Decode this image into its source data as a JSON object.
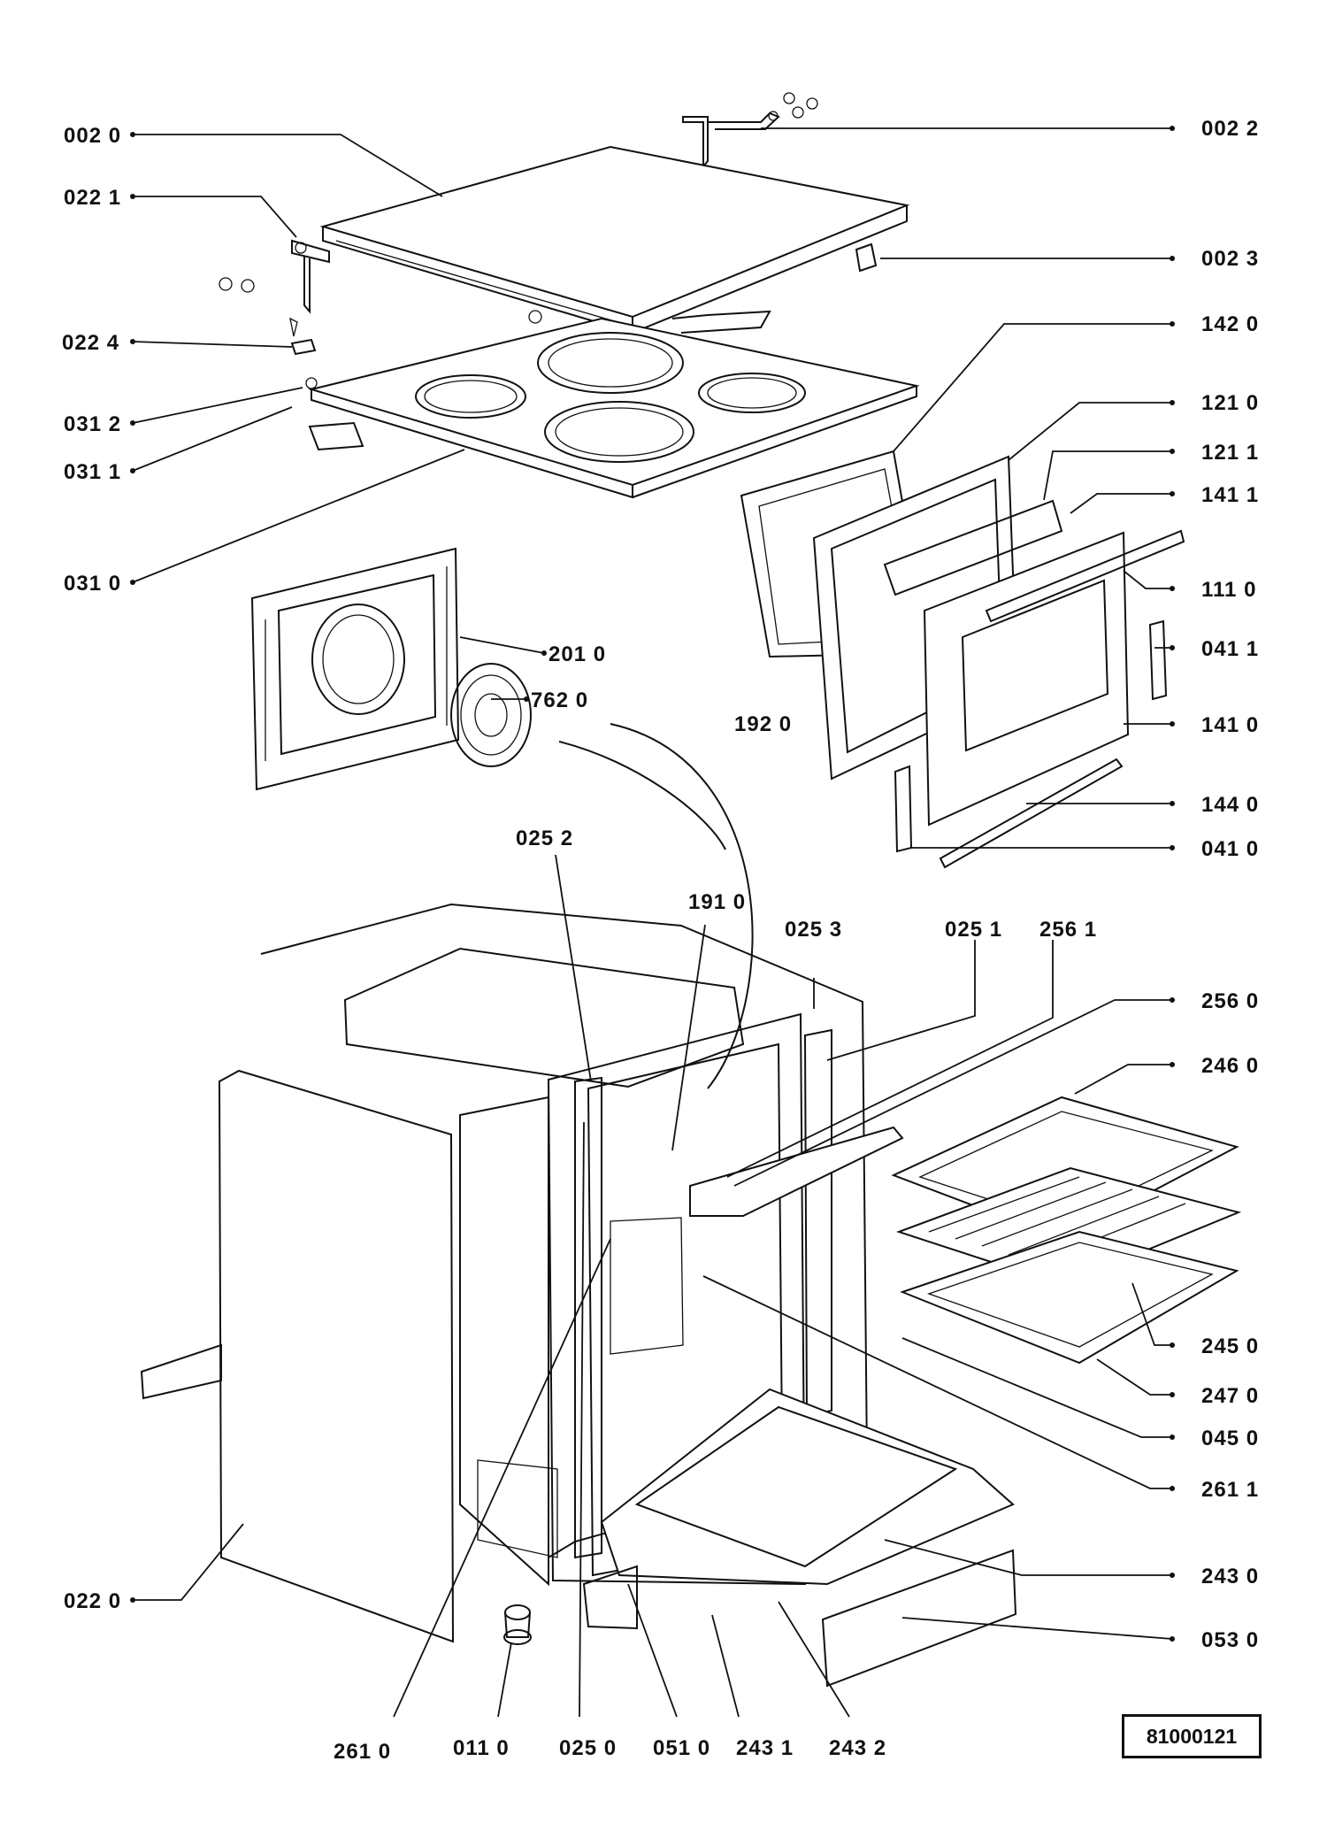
{
  "diagram": {
    "document_code": "81000121",
    "callouts": [
      {
        "id": "c0020",
        "text": "002 0"
      },
      {
        "id": "c0022",
        "text": "002 2"
      },
      {
        "id": "c0221",
        "text": "022 1"
      },
      {
        "id": "c0023",
        "text": "002 3"
      },
      {
        "id": "c0224",
        "text": "022 4"
      },
      {
        "id": "c1420",
        "text": "142 0"
      },
      {
        "id": "c0312",
        "text": "031 2"
      },
      {
        "id": "c1210",
        "text": "121 0"
      },
      {
        "id": "c0311",
        "text": "031 1"
      },
      {
        "id": "c1211",
        "text": "121 1"
      },
      {
        "id": "c1411",
        "text": "141 1"
      },
      {
        "id": "c0310",
        "text": "031 0"
      },
      {
        "id": "c1110",
        "text": "111 0"
      },
      {
        "id": "c2010",
        "text": "201 0"
      },
      {
        "id": "c0411",
        "text": "041 1"
      },
      {
        "id": "c7620",
        "text": "762 0"
      },
      {
        "id": "c1920",
        "text": "192 0"
      },
      {
        "id": "c1410",
        "text": "141 0"
      },
      {
        "id": "c1440",
        "text": "144 0"
      },
      {
        "id": "c0252",
        "text": "025 2"
      },
      {
        "id": "c0410",
        "text": "041 0"
      },
      {
        "id": "c1910",
        "text": "191 0"
      },
      {
        "id": "c0253",
        "text": "025 3"
      },
      {
        "id": "c0251",
        "text": "025 1"
      },
      {
        "id": "c2561",
        "text": "256 1"
      },
      {
        "id": "c2560",
        "text": "256 0"
      },
      {
        "id": "c2460",
        "text": "246 0"
      },
      {
        "id": "c2450",
        "text": "245 0"
      },
      {
        "id": "c2470",
        "text": "247 0"
      },
      {
        "id": "c0450",
        "text": "045 0"
      },
      {
        "id": "c2611",
        "text": "261 1"
      },
      {
        "id": "c2430",
        "text": "243 0"
      },
      {
        "id": "c0530",
        "text": "053 0"
      },
      {
        "id": "c0220",
        "text": "022 0"
      },
      {
        "id": "c2610",
        "text": "261 0"
      },
      {
        "id": "c0110",
        "text": "011 0"
      },
      {
        "id": "c0250",
        "text": "025 0"
      },
      {
        "id": "c0510",
        "text": "051 0"
      },
      {
        "id": "c2431",
        "text": "243 1"
      },
      {
        "id": "c2432",
        "text": "243 2"
      }
    ]
  }
}
